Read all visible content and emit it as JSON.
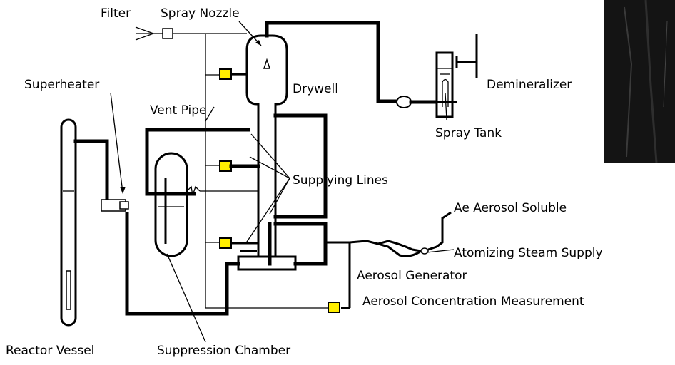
{
  "labels": {
    "filter": "Filter",
    "spray_nozzle": "Spray Nozzle",
    "superheater": "Superheater",
    "drywell": "Drywell",
    "vent_pipe": "Vent Pipe",
    "demineralizer": "Demineralizer",
    "spray_tank": "Spray Tank",
    "supplying_lines": "Supplying Lines",
    "ae_aerosol_soluble": "Ae Aerosol Soluble",
    "atomizing_steam_supply": "Atomizing Steam Supply",
    "aerosol_generator": "Aerosol Generator",
    "aerosol_concentration_measurement": "Aerosol Concentration Measurement",
    "reactor_vessel": "Reactor Vessel",
    "suppression_chamber": "Suppression Chamber"
  },
  "colors": {
    "line": "#000000",
    "sensor": "#ffee00",
    "background": "#ffffff",
    "photo_dark": "#141414"
  }
}
